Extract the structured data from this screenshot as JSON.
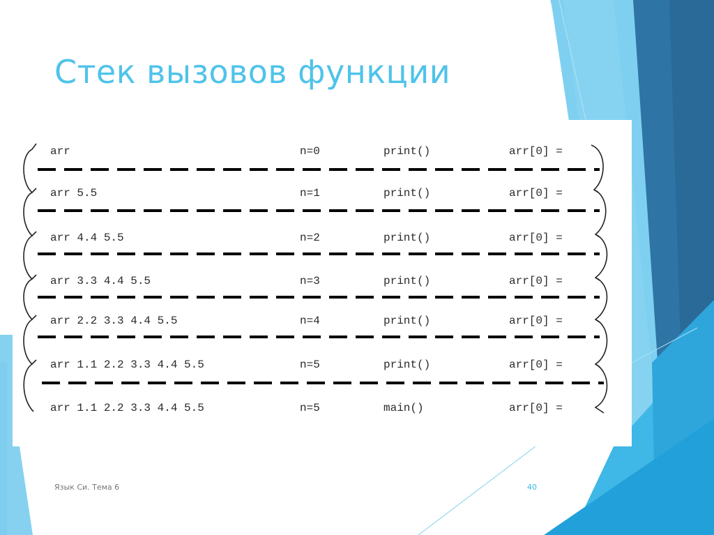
{
  "slide": {
    "title": "Стек вызовов функции",
    "footer_text": "Язык Си. Тема 6",
    "page_number": "40",
    "colors": {
      "title": "#4fc3ea",
      "accent_light": "#7fd0f0",
      "accent_mid": "#39b6e6",
      "accent_dark": "#2e6f9e"
    }
  },
  "stack_rows": [
    {
      "arr": "arr",
      "n": "n=0",
      "func": "print()",
      "result": "arr[0] ="
    },
    {
      "arr": "arr 5.5",
      "n": "n=1",
      "func": "print()",
      "result": "arr[0] ="
    },
    {
      "arr": "arr 4.4 5.5",
      "n": "n=2",
      "func": "print()",
      "result": "arr[0] ="
    },
    {
      "arr": "arr 3.3 4.4 5.5",
      "n": "n=3",
      "func": "print()",
      "result": "arr[0] ="
    },
    {
      "arr": "arr 2.2 3.3 4.4 5.5",
      "n": "n=4",
      "func": "print()",
      "result": "arr[0] ="
    },
    {
      "arr": "arr 1.1 2.2 3.3 4.4 5.5",
      "n": "n=5",
      "func": "print()",
      "result": "arr[0] ="
    },
    {
      "arr": "arr 1.1 2.2 3.3 4.4 5.5",
      "n": "n=5",
      "func": "main()",
      "result": "arr[0] ="
    }
  ]
}
